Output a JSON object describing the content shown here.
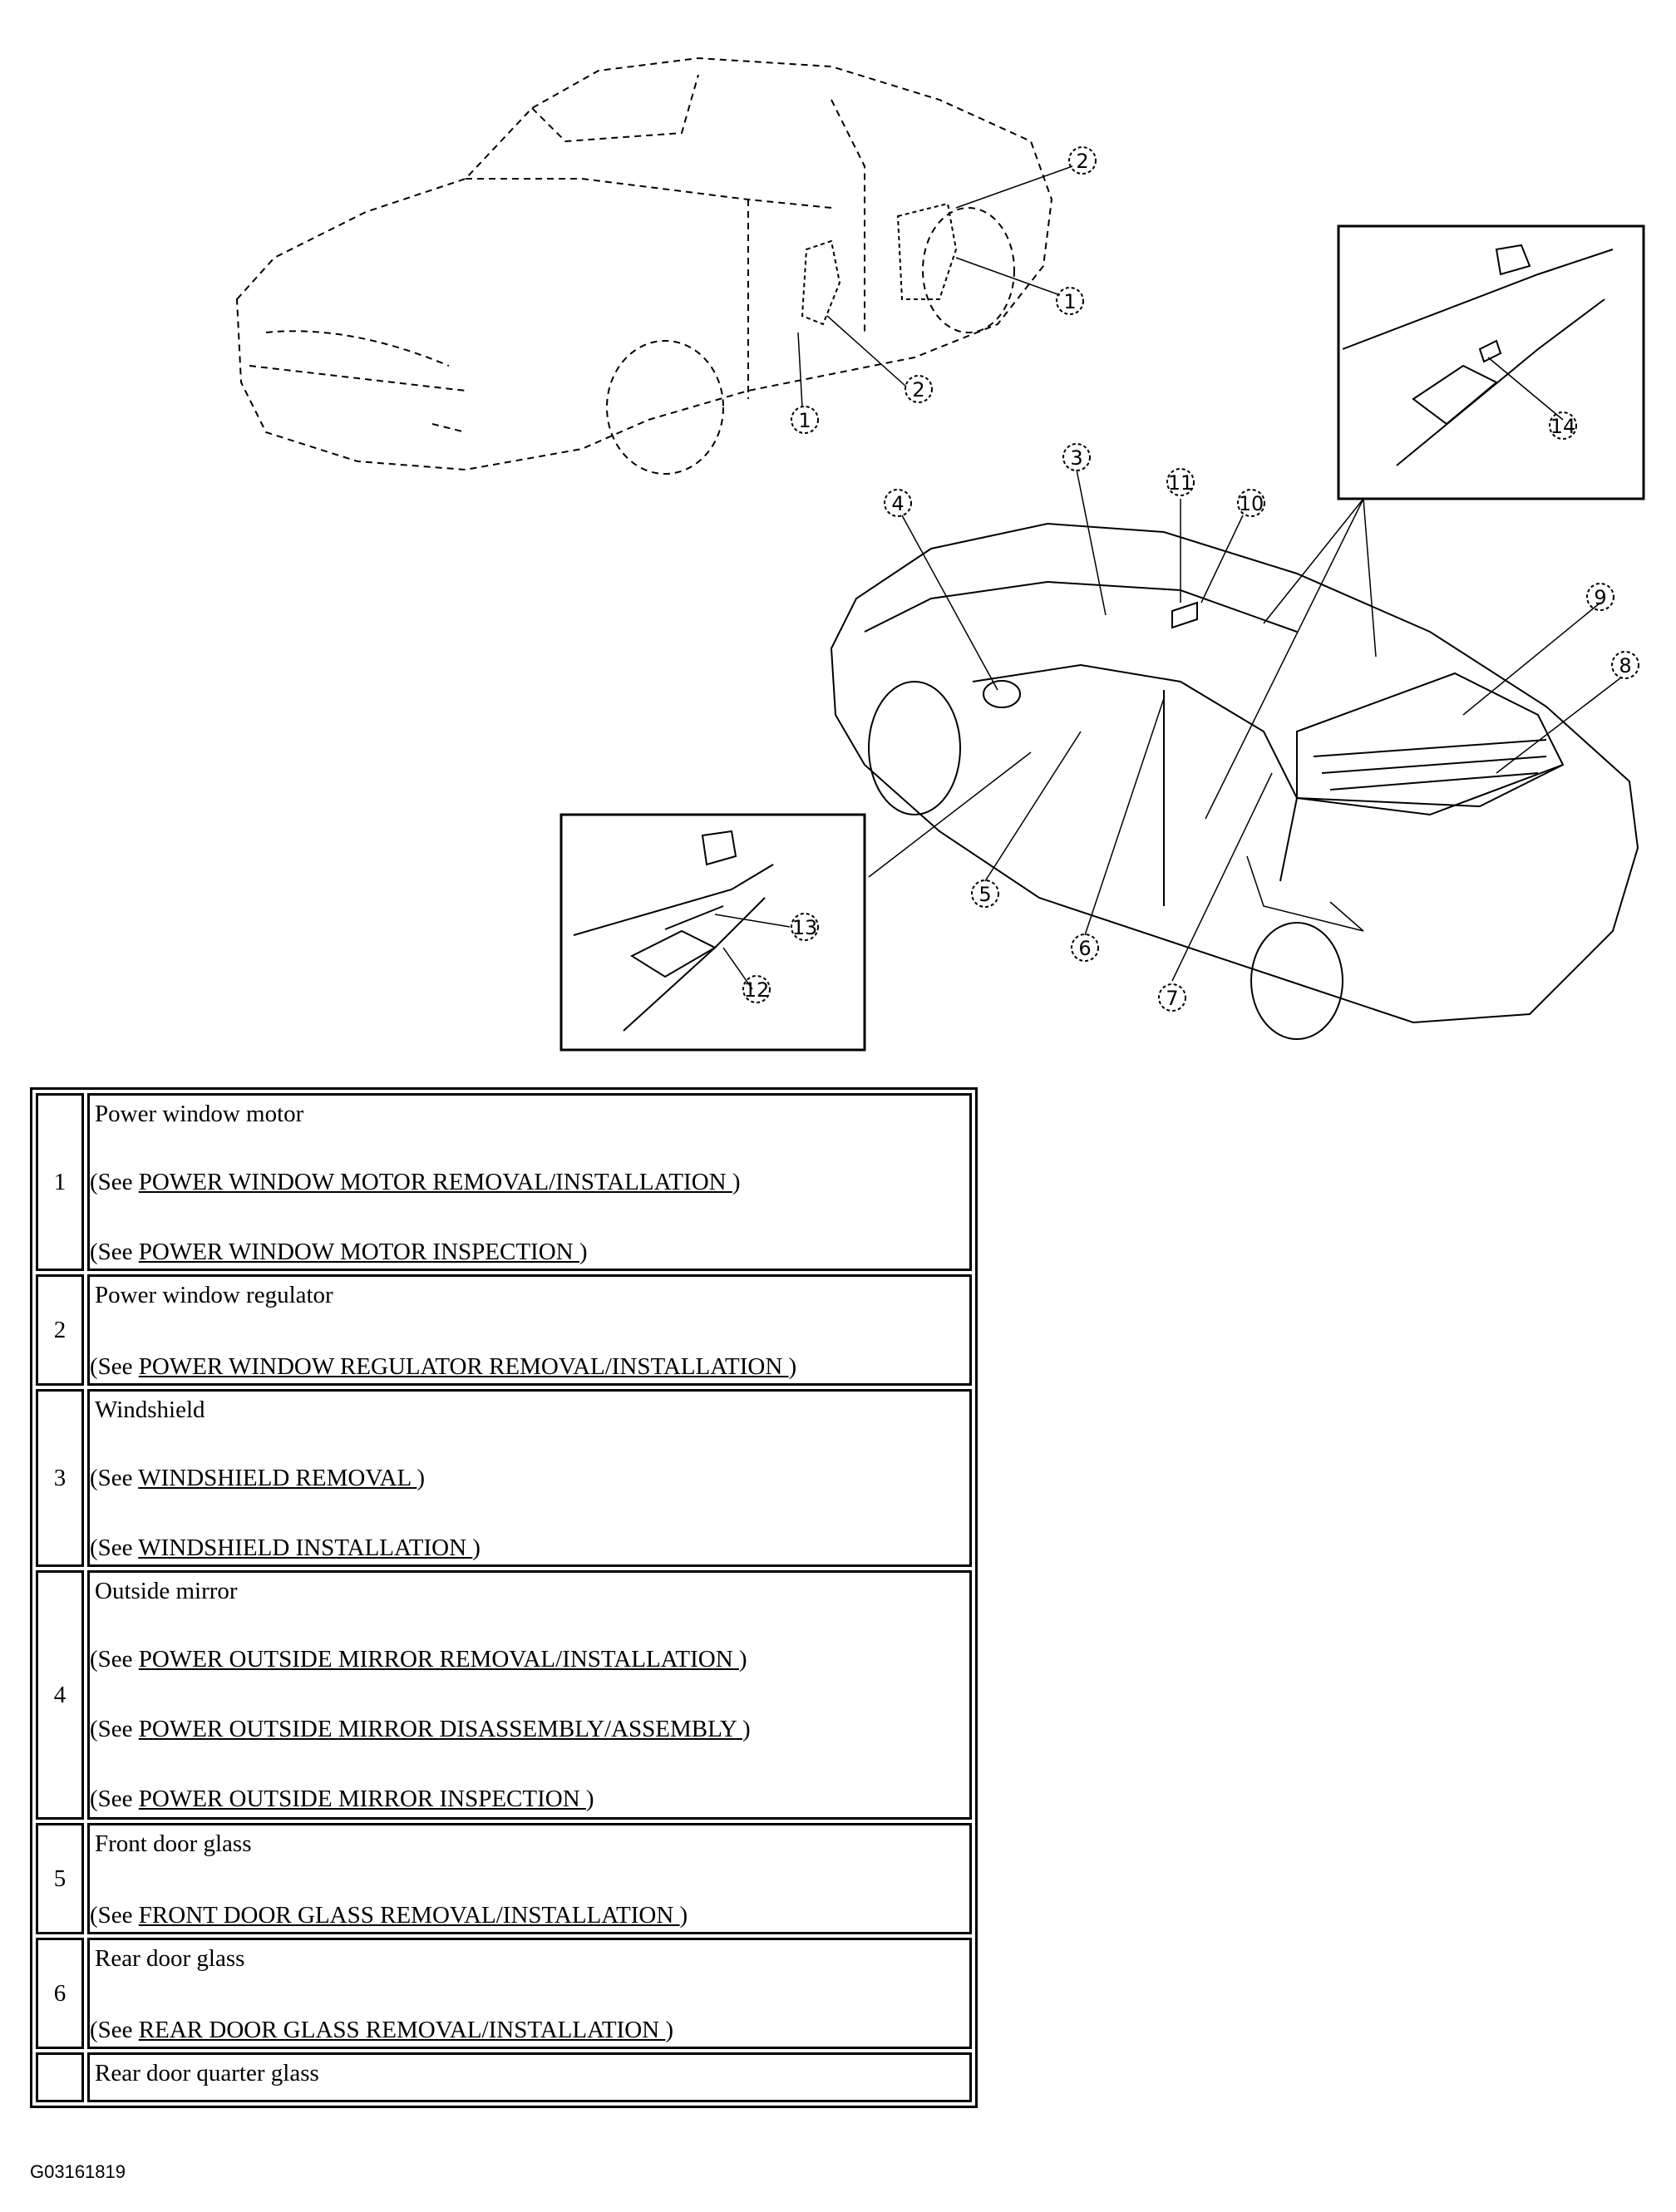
{
  "callouts": [
    "1",
    "2",
    "1",
    "2",
    "3",
    "4",
    "5",
    "6",
    "7",
    "8",
    "9",
    "10",
    "11",
    "12",
    "13",
    "14"
  ],
  "parts": [
    {
      "num": "1",
      "name": "Power window motor",
      "refs": [
        {
          "prefix": "(See ",
          "link": "POWER WINDOW MOTOR REMOVAL/INSTALLATION ",
          "suffix": " )"
        },
        {
          "prefix": "(See ",
          "link": "POWER WINDOW MOTOR INSPECTION ",
          "suffix": ")"
        }
      ]
    },
    {
      "num": "2",
      "name": "Power window regulator",
      "refs": [
        {
          "prefix": "(See ",
          "link": "POWER WINDOW REGULATOR REMOVAL/INSTALLATION ",
          "suffix": " )"
        }
      ]
    },
    {
      "num": "3",
      "name": "Windshield",
      "refs": [
        {
          "prefix": "(See ",
          "link": "WINDSHIELD REMOVAL ",
          "suffix": " )"
        },
        {
          "prefix": "(See ",
          "link": "WINDSHIELD INSTALLATION ",
          "suffix": ")"
        }
      ]
    },
    {
      "num": "4",
      "name": "Outside mirror",
      "refs": [
        {
          "prefix": "(See ",
          "link": "POWER OUTSIDE MIRROR REMOVAL/INSTALLATION ",
          "suffix": ")"
        },
        {
          "prefix": "(See ",
          "link": "POWER OUTSIDE MIRROR DISASSEMBLY/ASSEMBLY ",
          "suffix": " )"
        },
        {
          "prefix": "(See ",
          "link": "POWER OUTSIDE MIRROR INSPECTION ",
          "suffix": " )"
        }
      ]
    },
    {
      "num": "5",
      "name": "Front door glass",
      "refs": [
        {
          "prefix": "(See ",
          "link": "FRONT DOOR GLASS REMOVAL/INSTALLATION ",
          "suffix": " )"
        }
      ]
    },
    {
      "num": "6",
      "name": "Rear door glass",
      "refs": [
        {
          "prefix": "(See ",
          "link": "REAR DOOR GLASS REMOVAL/INSTALLATION ",
          "suffix": ")"
        }
      ]
    },
    {
      "num": "",
      "name": "Rear door quarter glass",
      "refs": []
    }
  ],
  "footer_code": "G03161819"
}
